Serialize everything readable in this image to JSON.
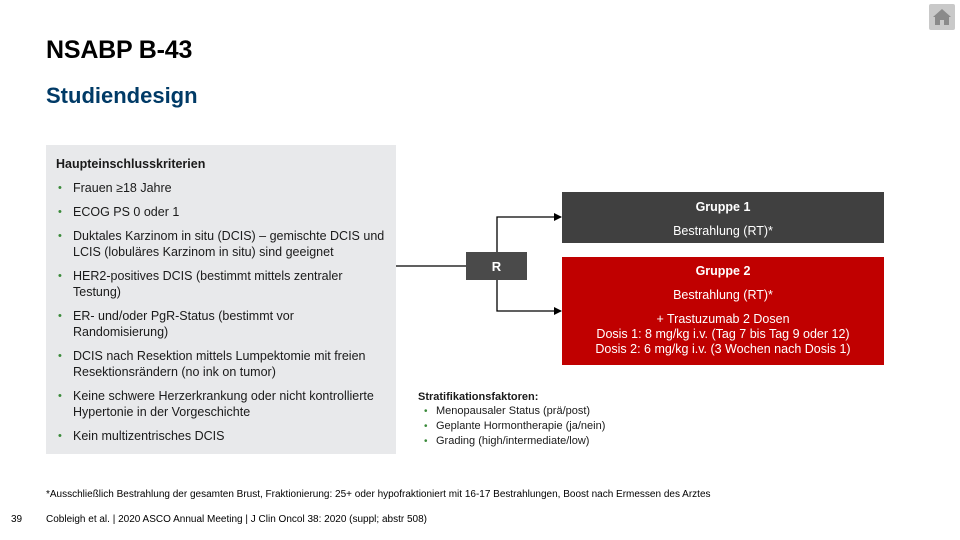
{
  "header": {
    "title": "NSABP B-43",
    "subtitle": "Studiendesign"
  },
  "home_button": {
    "icon": "home-icon"
  },
  "criteria": {
    "title": "Haupteinschlusskriterien",
    "items": [
      "Frauen ≥18 Jahre",
      "ECOG PS 0 oder 1",
      "Duktales Karzinom in situ (DCIS) – gemischte DCIS und LCIS (lobuläres Karzinom in situ) sind geeignet",
      "HER2-positives DCIS (bestimmt mittels zentraler Testung)",
      "ER- und/oder PgR-Status (bestimmt vor Randomisierung)",
      "DCIS nach Resektion mittels Lumpektomie mit freien Resektionsrändern (no ink on tumor)",
      "Keine schwere Herzerkrankung oder nicht kontrollierte Hypertonie in der Vorgeschichte",
      "Kein multizentrisches DCIS"
    ]
  },
  "randomization": {
    "label": "R"
  },
  "group1": {
    "name": "Gruppe 1",
    "treatment": "Bestrahlung (RT)*"
  },
  "group2": {
    "name": "Gruppe 2",
    "treatment": "Bestrahlung (RT)*",
    "addon": "+ Trastuzumab 2 Dosen",
    "dose1": "Dosis 1: 8 mg/kg i.v. (Tag 7 bis Tag 9 oder 12)",
    "dose2": "Dosis 2: 6 mg/kg i.v. (3 Wochen nach Dosis 1)"
  },
  "stratification": {
    "title": "Stratifikationsfaktoren:",
    "items": [
      "Menopausaler Status (prä/post)",
      "Geplante Hormontherapie (ja/nein)",
      "Grading (high/intermediate/low)"
    ]
  },
  "footer": {
    "footnote": "*Ausschließlich Bestrahlung der gesamten Brust, Fraktionierung: 25+ oder hypofraktioniert mit 16-17 Bestrahlungen, Boost nach Ermessen des Arztes",
    "page_number": "39",
    "citation": "Cobleigh et al. | 2020 ASCO Annual Meeting | J Clin Oncol 38: 2020 (suppl; abstr 508)"
  },
  "colors": {
    "title": "#000000",
    "subtitle": "#003a66",
    "group1_bg": "#404040",
    "group2_bg": "#c00000",
    "criteria_bg": "#e8e9eb",
    "bullet": "#3a8a3a"
  }
}
